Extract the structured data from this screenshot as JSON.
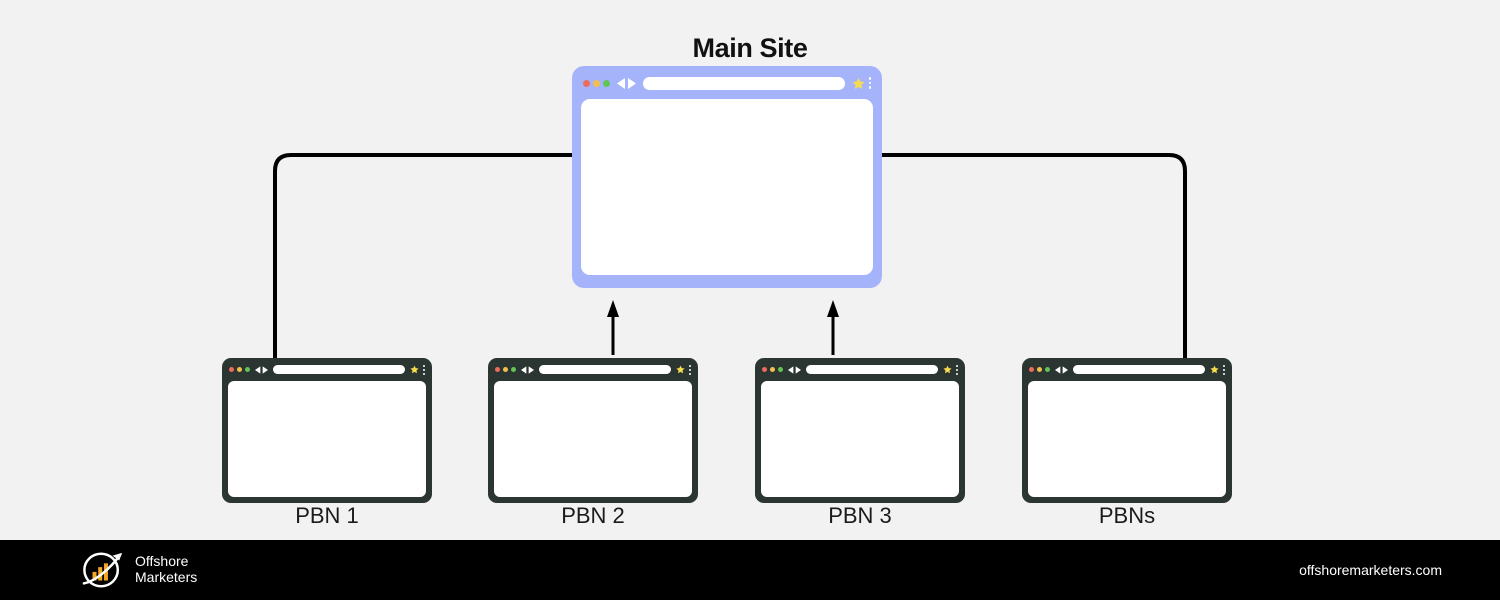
{
  "page": {
    "background_color": "#f2f2f2",
    "title": "Main Site"
  },
  "diagram": {
    "type": "pbn-link-network",
    "connector_color": "#000000",
    "main_node": {
      "label": "Main Site",
      "frame_color": "#a5b4fa",
      "viewport_color": "#ffffff",
      "toolbar": {
        "dot_red": "#ed6a5e",
        "dot_yellow": "#f4be4f",
        "dot_green": "#61c554",
        "back-icon": "triangle-left",
        "forward-icon": "triangle-right",
        "address_value": "",
        "address_placeholder": "",
        "star-icon": "star",
        "menu-icon": "kebab-vertical",
        "star_color": "#f7dc4f"
      }
    },
    "pbn_nodes": [
      {
        "label": "PBN 1",
        "frame_color": "#2b3531",
        "link_style": "elbow-curve",
        "link_direction": "to-main-site"
      },
      {
        "label": "PBN 2",
        "frame_color": "#2b3531",
        "link_style": "straight-arrow",
        "link_direction": "to-main-site"
      },
      {
        "label": "PBN 3",
        "frame_color": "#2b3531",
        "link_style": "straight-arrow",
        "link_direction": "to-main-site"
      },
      {
        "label": "PBNs",
        "frame_color": "#2b3531",
        "link_style": "elbow-curve",
        "link_direction": "to-main-site"
      }
    ]
  },
  "footer": {
    "background_color": "#000000",
    "brand_line1": "Offshore",
    "brand_line2": "Marketers",
    "logo_accent_color": "#f5a623",
    "url": "offshoremarketers.com"
  }
}
